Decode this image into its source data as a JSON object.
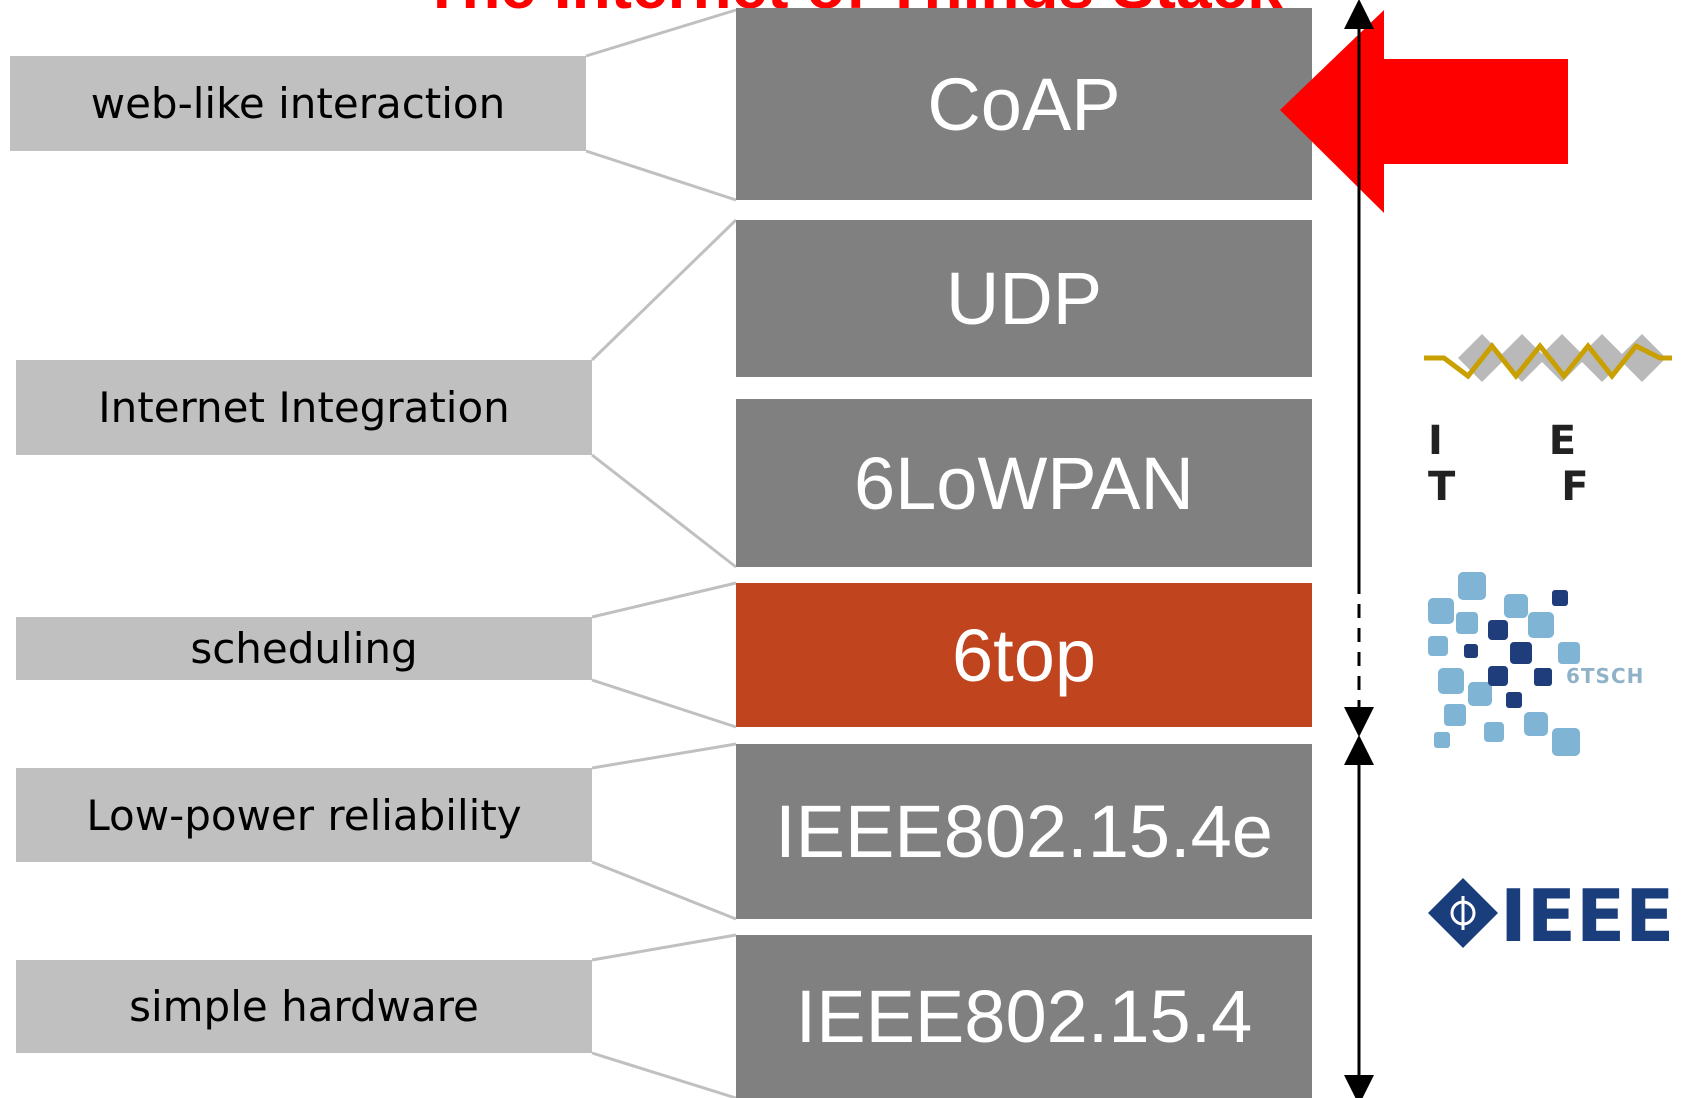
{
  "title": "The Internet of Things Stack",
  "labels": {
    "web": "web-like interaction",
    "internet": "Internet Integration",
    "scheduling": "scheduling",
    "lowpower": "Low-power reliability",
    "hardware": "simple hardware"
  },
  "layers": {
    "coap": "CoAP",
    "udp": "UDP",
    "sixlowpan": "6LoWPAN",
    "sixtop": "6top",
    "ieee802154e": "IEEE802.15.4e",
    "ieee802154": "IEEE802.15.4"
  },
  "logos": {
    "ietf": "I E T F",
    "sixtsch": "6TSCH",
    "ieee": "IEEE"
  },
  "colors": {
    "layer": "#808080",
    "sixtop": "#c0451f",
    "label": "#c0c0c0",
    "arrow": "#ff0000",
    "title": "#ff0000"
  }
}
